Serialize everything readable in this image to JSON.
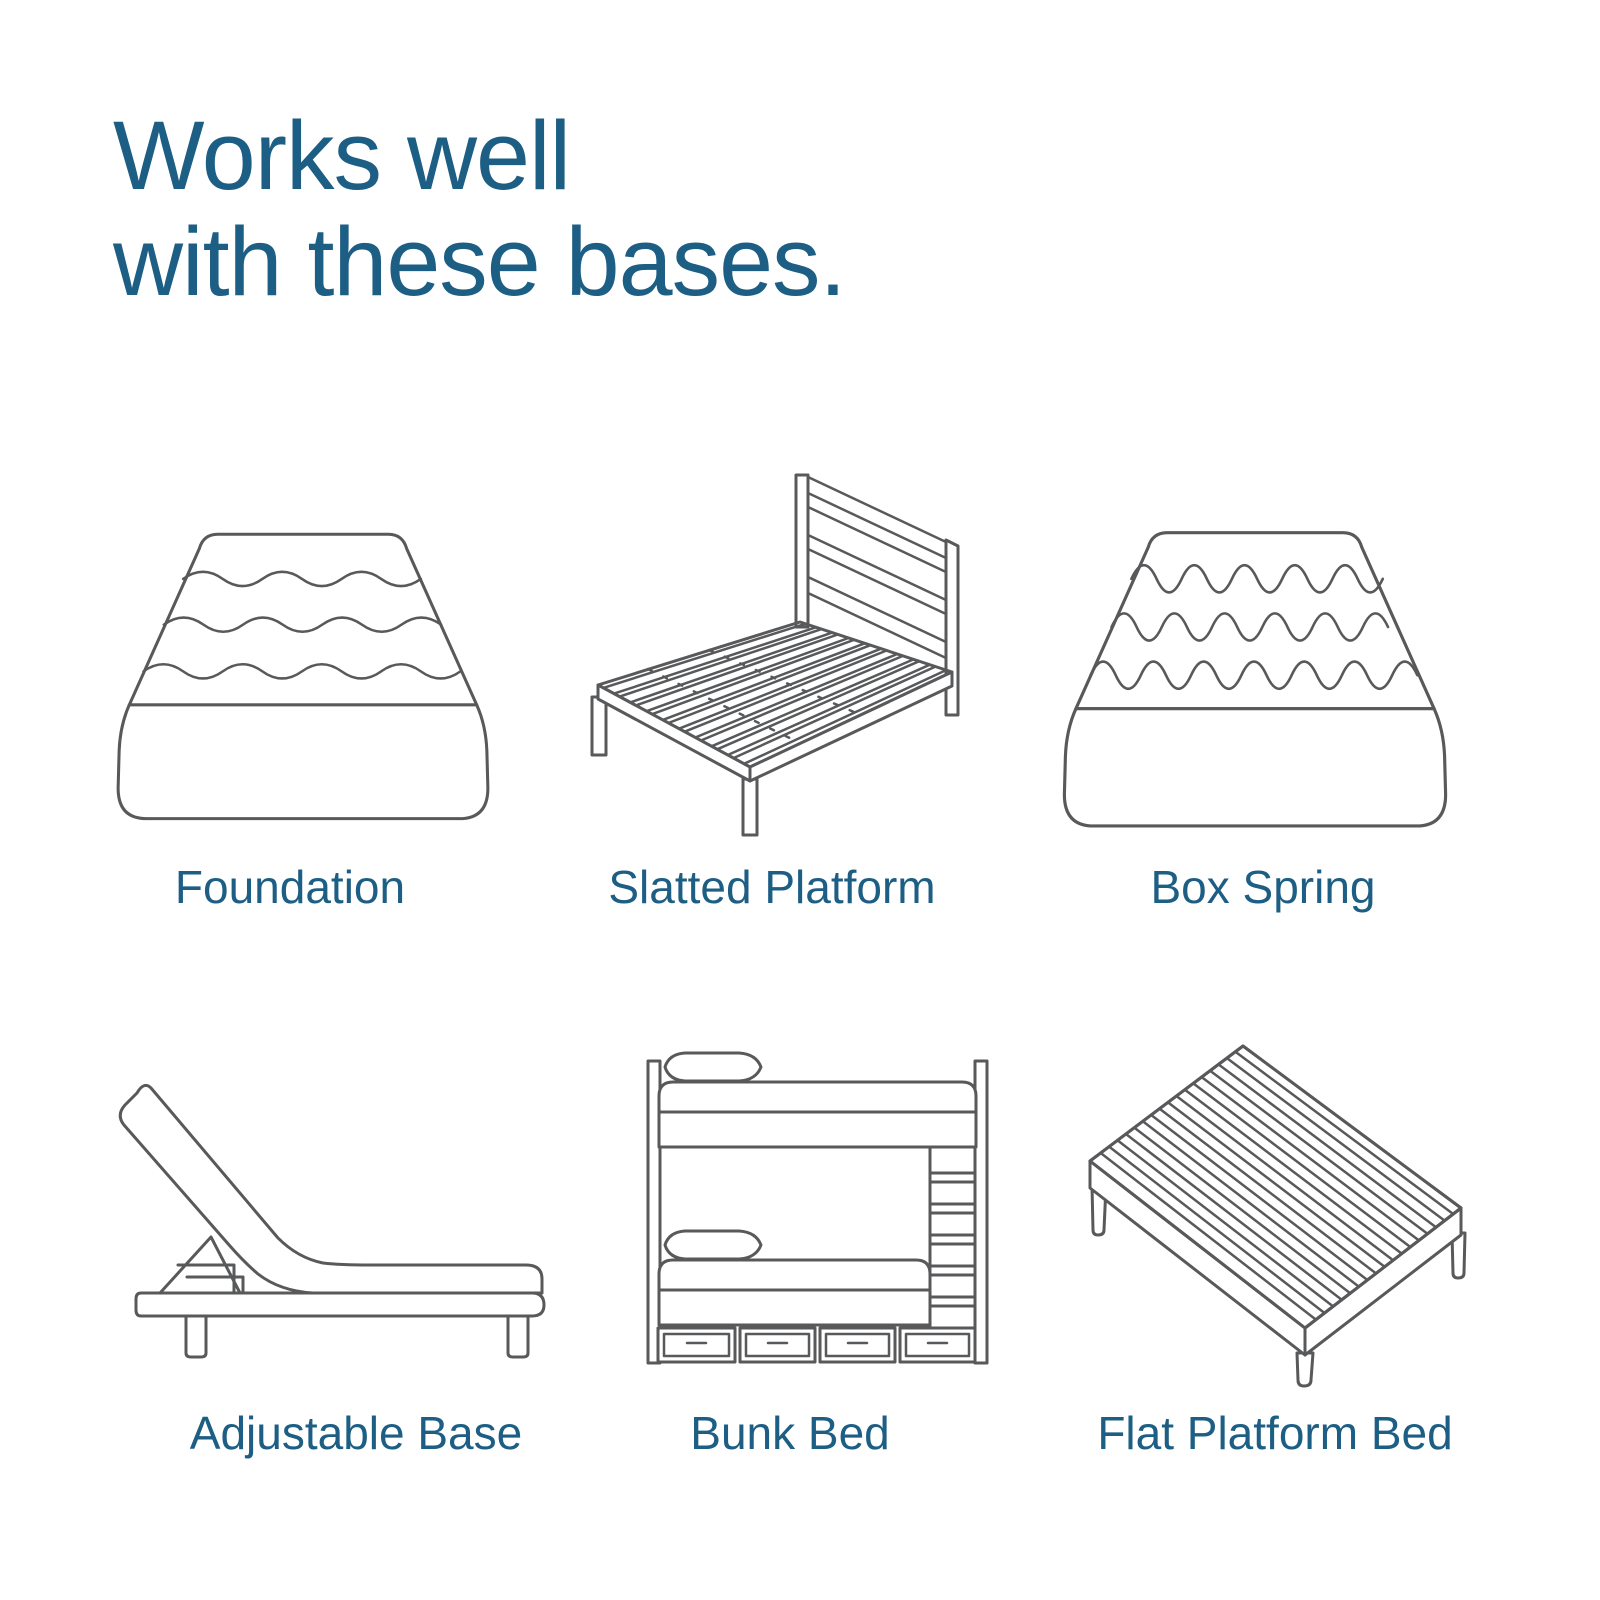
{
  "title": {
    "line1": "Works well",
    "line2": "with these bases."
  },
  "colors": {
    "heading_text": "#1d5e84",
    "label_text": "#1d5e84",
    "line_art": "#58595b",
    "background": "#ffffff"
  },
  "bases": [
    {
      "label": "Foundation",
      "icon": "foundation-icon"
    },
    {
      "label": "Slatted Platform",
      "icon": "slatted-platform-icon"
    },
    {
      "label": "Box Spring",
      "icon": "box-spring-icon"
    },
    {
      "label": "Adjustable Base",
      "icon": "adjustable-base-icon"
    },
    {
      "label": "Bunk Bed",
      "icon": "bunk-bed-icon"
    },
    {
      "label": "Flat Platform Bed",
      "icon": "flat-platform-bed-icon"
    }
  ]
}
